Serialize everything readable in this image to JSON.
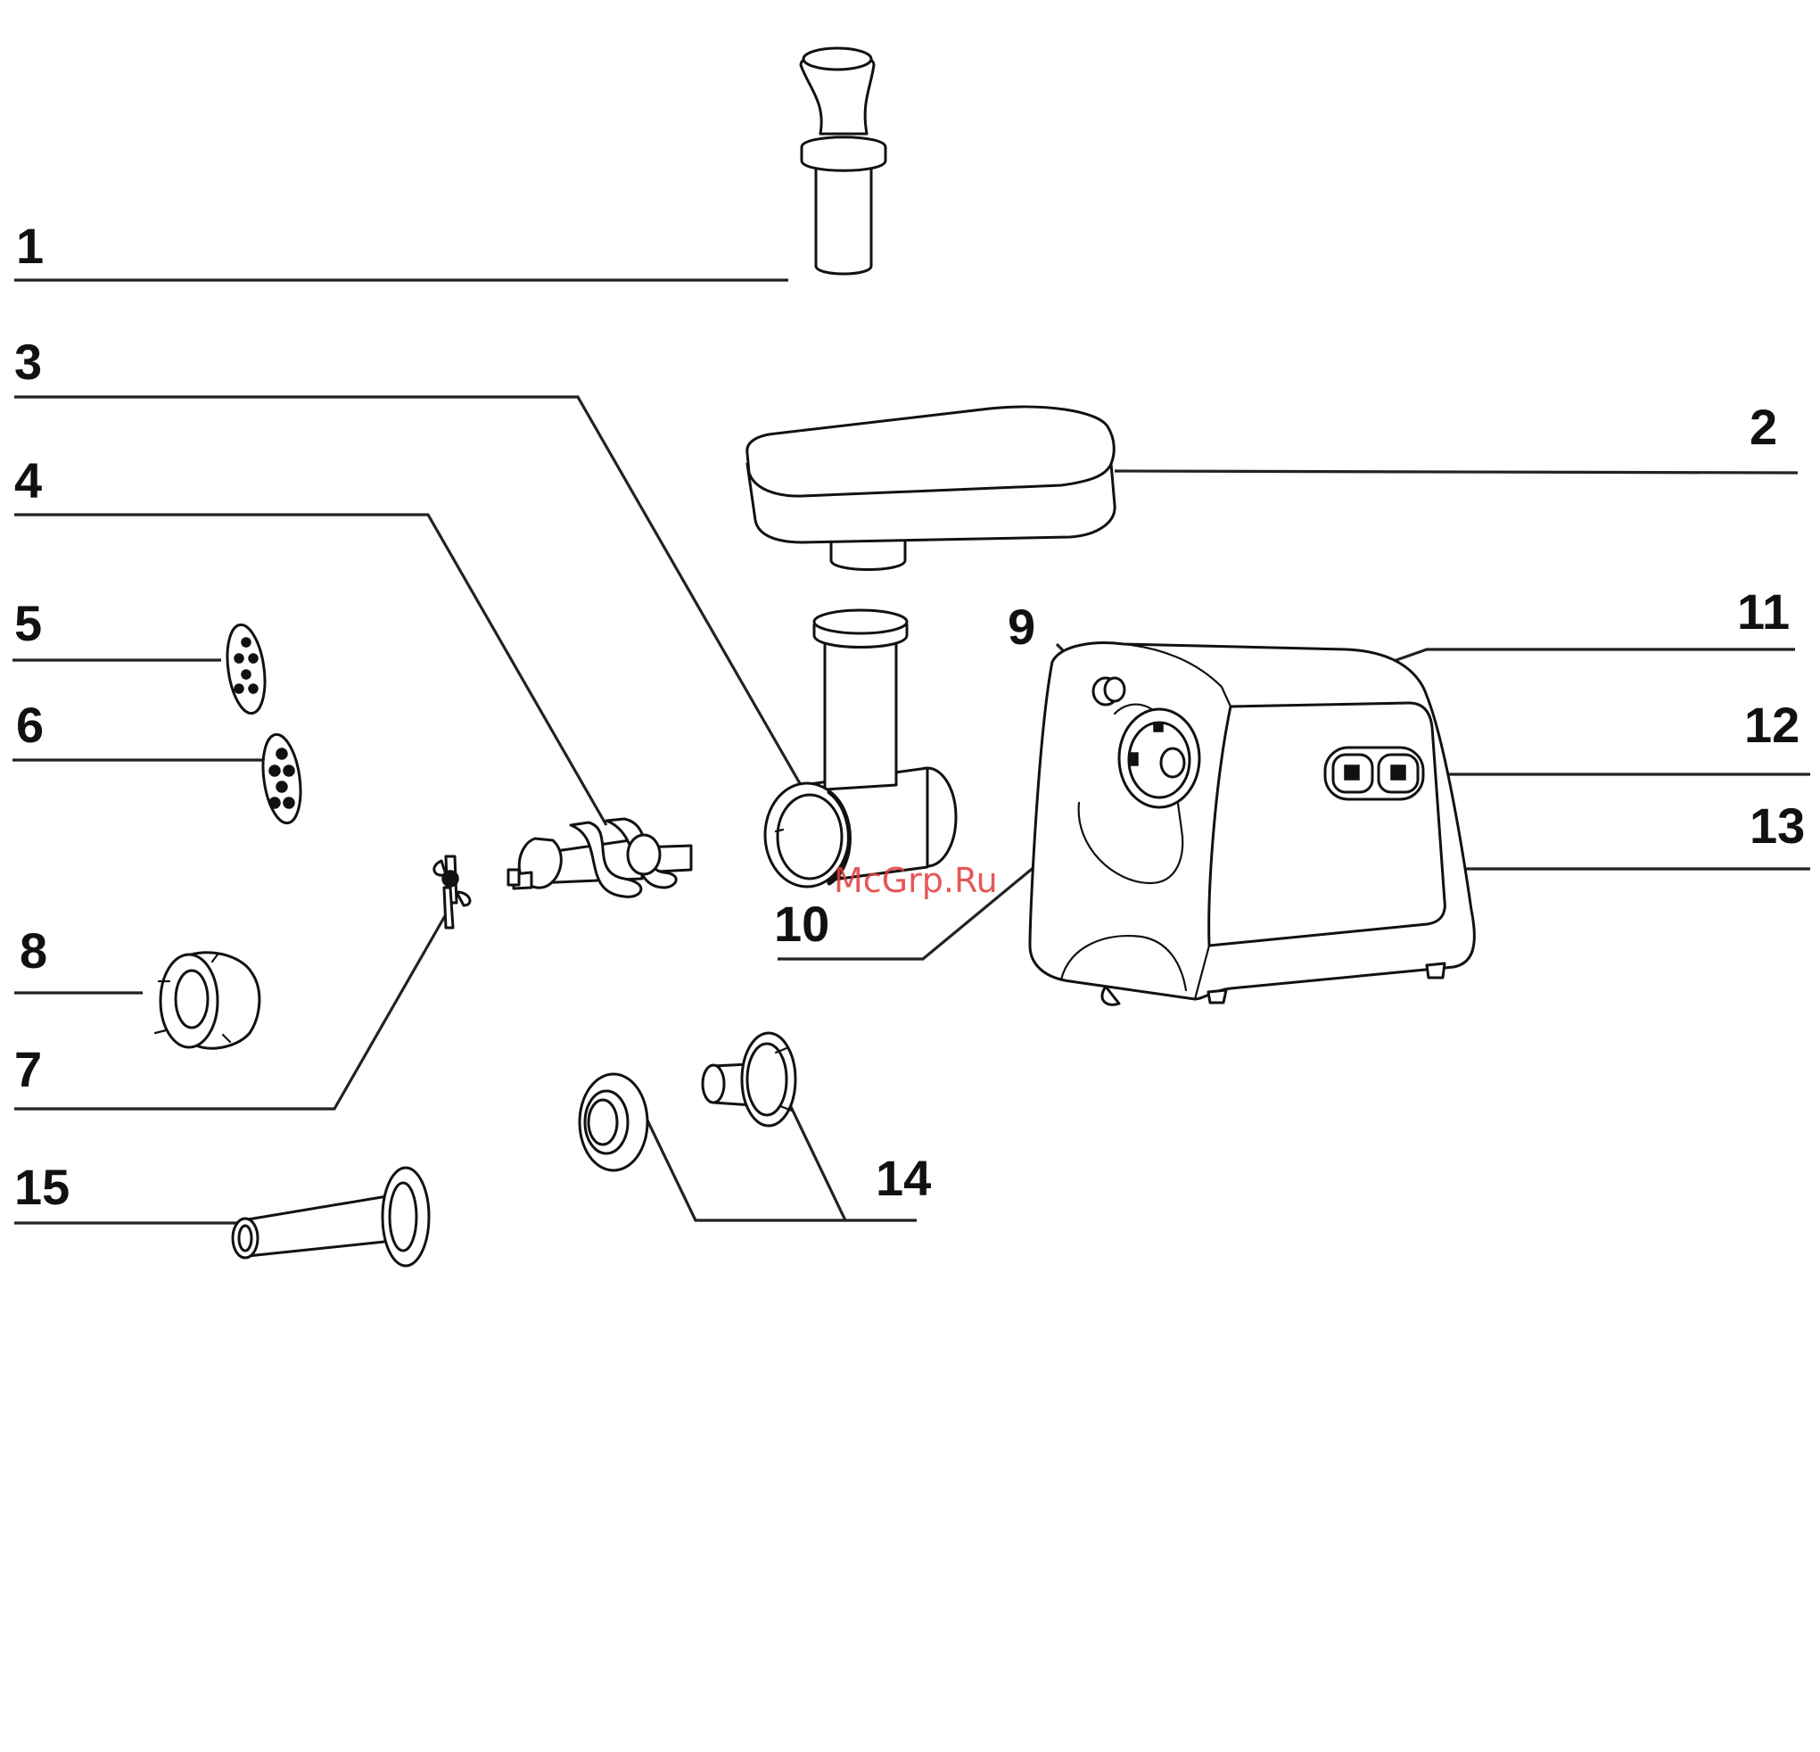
{
  "callouts": {
    "c1": "1",
    "c2": "2",
    "c3": "3",
    "c4": "4",
    "c5": "5",
    "c6": "6",
    "c7": "7",
    "c8": "8",
    "c9": "9",
    "c10": "10",
    "c11": "11",
    "c12": "12",
    "c13": "13",
    "c14": "14",
    "c15": "15"
  },
  "watermark": "McGrp.Ru",
  "colors": {
    "line": "#111111",
    "background": "#ffffff",
    "watermark": "#e23a3a"
  }
}
